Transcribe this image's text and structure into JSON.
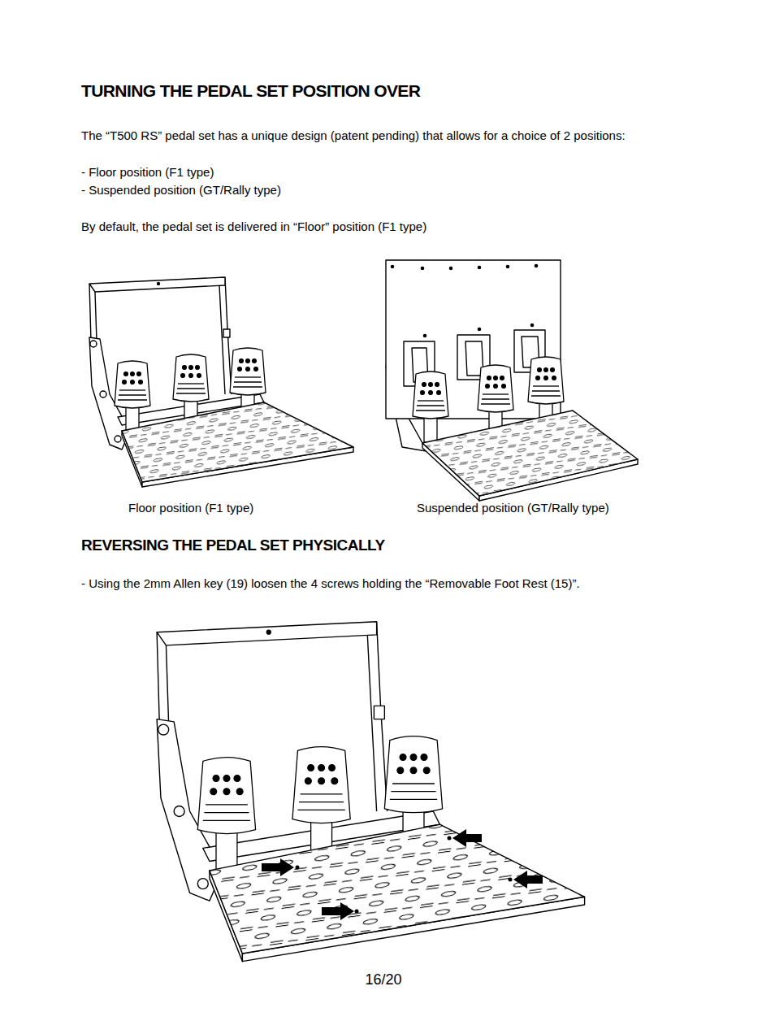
{
  "diagram": {
    "title": "TURNING THE PEDAL SET POSITION OVER",
    "labels": [
      "The “T500 RS” pedal set has a unique design (patent pending) that allows for a choice of 2 positions:",
      "- Floor position (F1 type)",
      "- Suspended position (GT/Rally type)",
      "By default, the pedal set is delivered in “Floor” position (F1 type)",
      "Floor position (F1 type)",
      "Suspended position (GT/Rally type)",
      "REVERSING THE PEDAL SET PHYSICALLY",
      "- Using the 2mm Allen key (19) loosen the 4 screws holding the “Removable Foot Rest (15)”.",
      "16/20"
    ]
  }
}
